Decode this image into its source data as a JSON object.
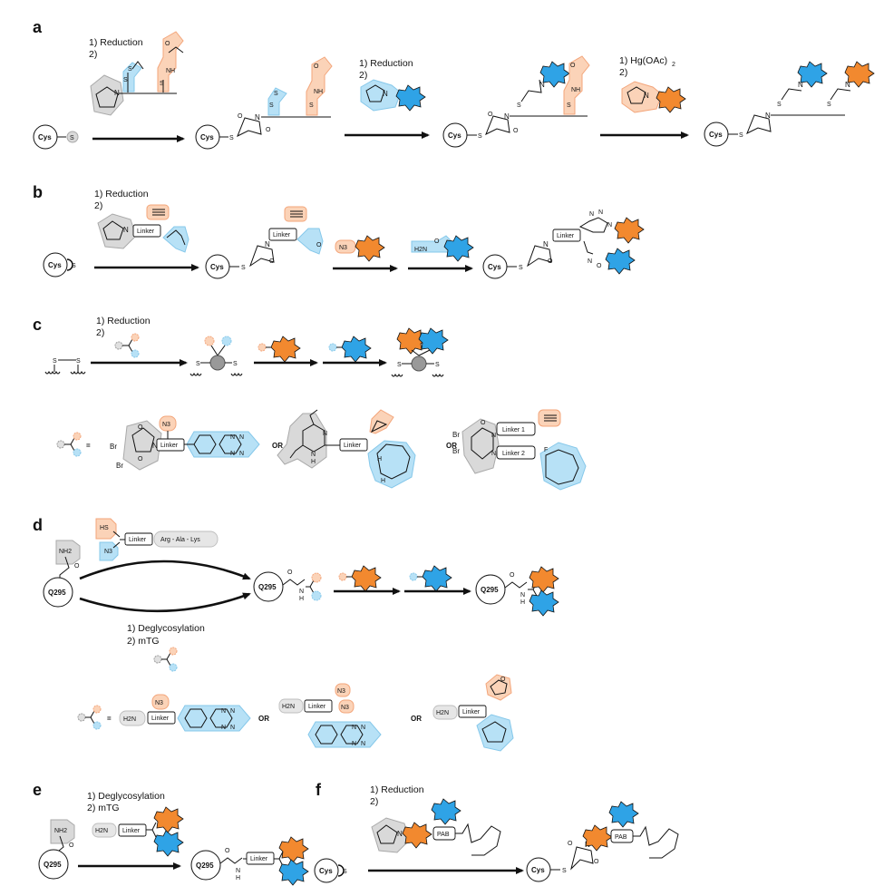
{
  "panels": {
    "a": {
      "letter": "a",
      "step1": [
        "1) Reduction",
        "2)"
      ],
      "step2": [
        "1) Reduction",
        "2)"
      ],
      "step3": [
        "1) Hg(OAc)",
        "2)"
      ],
      "step3_subscript": "2",
      "cys": "Cys",
      "s": "S",
      "o": "O",
      "n": "N",
      "nh": "NH"
    },
    "b": {
      "letter": "b",
      "step1": [
        "1) Reduction",
        "2)"
      ],
      "cys": "Cys",
      "s": "S",
      "linker": "Linker",
      "n3": "N3",
      "h2n": "H2N",
      "o": "O",
      "n": "N"
    },
    "c": {
      "letter": "c",
      "step1": [
        "1) Reduction",
        "2)"
      ],
      "s": "S",
      "equals": "=",
      "or": "OR",
      "linker": "Linker",
      "linker1": "Linker 1",
      "linker2": "Linker 2",
      "br": "Br",
      "n3": "N3",
      "n": "N",
      "o": "O",
      "h": "H",
      "f": "F"
    },
    "d": {
      "letter": "d",
      "q295": "Q295",
      "nh2": "NH2",
      "hs": "HS",
      "n3": "N3",
      "linker": "Linker",
      "peptide": "Arg - Ala - Lys",
      "step_lower": [
        "1) Deglycosylation",
        "2) mTG"
      ],
      "equals": "=",
      "or": "OR",
      "h2n": "H2N",
      "o": "O",
      "n": "N",
      "h": "H"
    },
    "e": {
      "letter": "e",
      "q295": "Q295",
      "nh2": "NH2",
      "step": [
        "1) Deglycosylation",
        "2) mTG"
      ],
      "h2n": "H2N",
      "linker": "Linker",
      "o": "O",
      "n": "N",
      "h": "H"
    },
    "f": {
      "letter": "f",
      "step": [
        "1) Reduction",
        "2)"
      ],
      "cys": "Cys",
      "s": "S",
      "pab": "PAB",
      "o": "O",
      "n": "N"
    }
  },
  "colors": {
    "payload_orange": "#f2892f",
    "payload_blue": "#2fa3e6",
    "highlight_orange": "#fbd3b8",
    "highlight_blue": "#b7e1f6",
    "highlight_gray": "#d9d9d9"
  },
  "icons": [
    "payload-star-orange",
    "payload-star-blue",
    "payload-star-dashed",
    "arrow-right",
    "cysteine-circle",
    "q295-circle",
    "linker-box"
  ]
}
